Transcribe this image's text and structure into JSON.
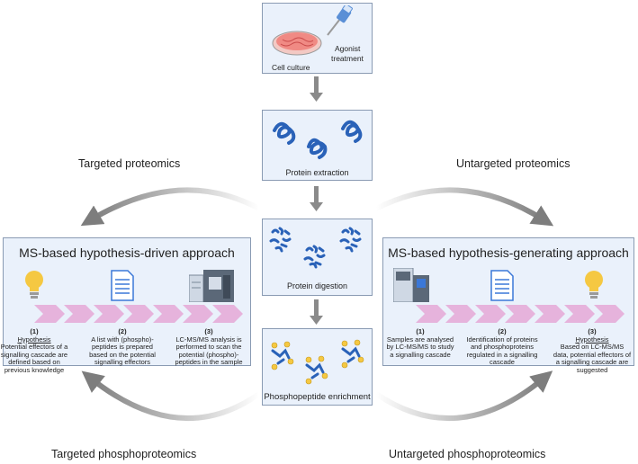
{
  "top": {
    "cell_culture": "Cell culture",
    "agonist_line1": "Agonist",
    "agonist_line2": "treatment"
  },
  "center": {
    "extraction": "Protein extraction",
    "digestion": "Protein digestion",
    "enrichment": "Phosphopeptide enrichment"
  },
  "arcs": {
    "targeted_proteomics": "Targeted proteomics",
    "untargeted_proteomics": "Untargeted proteomics",
    "targeted_phospho": "Targeted phosphoproteomics",
    "untargeted_phospho": "Untargeted phosphoproteomics"
  },
  "left_panel": {
    "title": "MS-based hypothesis-driven approach",
    "steps": [
      {
        "num": "(1)",
        "hypothesis": "Hypothesis",
        "text": "Potential effectors of a signalling cascade are defined based on previous knowledge"
      },
      {
        "num": "(2)",
        "text": "A list with (phospho)-peptides is prepared based on the potential signalling effectors"
      },
      {
        "num": "(3)",
        "text": "LC-MS/MS analysis is performed  to scan the potential (phospho)-peptides in the sample"
      }
    ]
  },
  "right_panel": {
    "title": "MS-based hypothesis-generating approach",
    "steps": [
      {
        "num": "(1)",
        "text": "Samples are analysed by LC-MS/MS to study a signalling cascade"
      },
      {
        "num": "(2)",
        "text": "Identification of proteins and phosphoproteins regulated in a signalling cascade"
      },
      {
        "num": "(3)",
        "hypothesis": "Hypothesis",
        "text": "Based on LC-MS/MS data, potential effectors of a signalling cascade are suggested"
      }
    ]
  },
  "colors": {
    "panel_bg": "#eaf1fb",
    "panel_border": "#8a9bb3",
    "chevron": "#e6b3dc",
    "protein_blue": "#2a62b8",
    "bulb_yellow": "#f5c842",
    "arrow_grey": "#8a8a8a"
  }
}
